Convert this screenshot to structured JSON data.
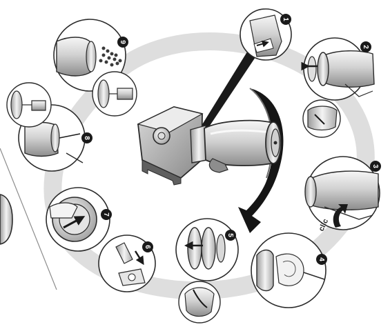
{
  "steps": [
    {
      "label": "1"
    },
    {
      "label": "2"
    },
    {
      "label": "3"
    },
    {
      "label": "4"
    },
    {
      "label": "5"
    },
    {
      "label": "6"
    },
    {
      "label": "7"
    },
    {
      "label": "8"
    },
    {
      "label": "9"
    }
  ],
  "callouts": {
    "clic": "clic"
  },
  "colors": {
    "outline": "#2a2a2a",
    "cycle_band": "#dcdcdc",
    "arrow": "#1a1a1a",
    "badge": "#1a1a1a",
    "metal_light": "#eeeeee",
    "metal_mid": "#cfcfcf",
    "metal_dark": "#9a9a9a"
  },
  "icons": [
    "rotation-arrow-icon",
    "click-arrow-icon",
    "down-arrow-icon"
  ]
}
